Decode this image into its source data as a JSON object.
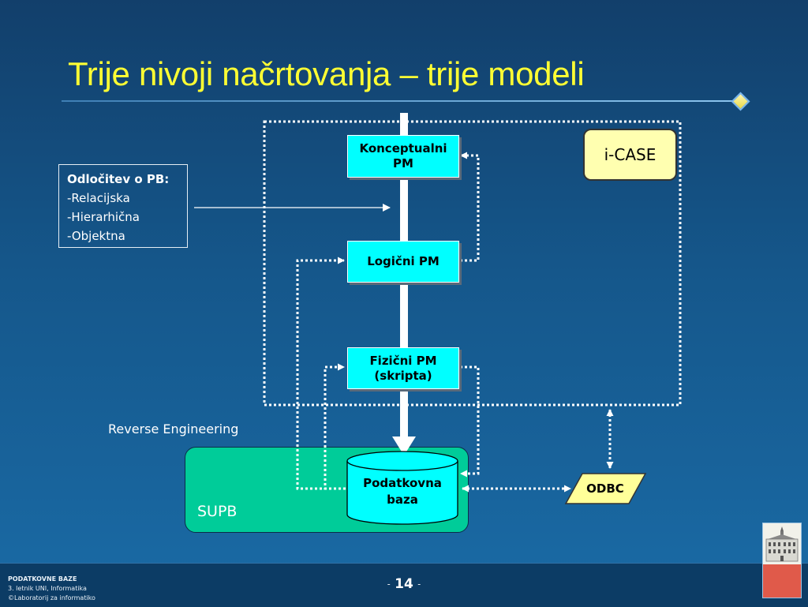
{
  "title": "Trije nivoji načrtovanja – trije modeli",
  "boxes": {
    "conceptual": "Konceptualni\nPM",
    "logical": "Logični PM",
    "physical": "Fizični PM\n(skripta)"
  },
  "icase": "i-CASE",
  "decision": {
    "heading": "Odločitev o PB:",
    "items": [
      "-Relacijska",
      "-Hierarhična",
      "-Objektna"
    ]
  },
  "reverse_engineering": "Reverse Engineering",
  "supb": "SUPB",
  "database": "Podatkovna\nbaza",
  "odbc": "ODBC",
  "footer": {
    "course": "PODATKOVNE BAZE",
    "line2": "3. letnik UNI, Informatika",
    "line3": "©Laboratorij za informatiko"
  },
  "page": {
    "dash_left": "-",
    "number": "14",
    "dash_right": "-"
  },
  "colors": {
    "title": "#ffff33",
    "box": "#00ffff",
    "icase": "#ffffb0",
    "supb": "#00cc99",
    "odbc": "#ffff99"
  }
}
